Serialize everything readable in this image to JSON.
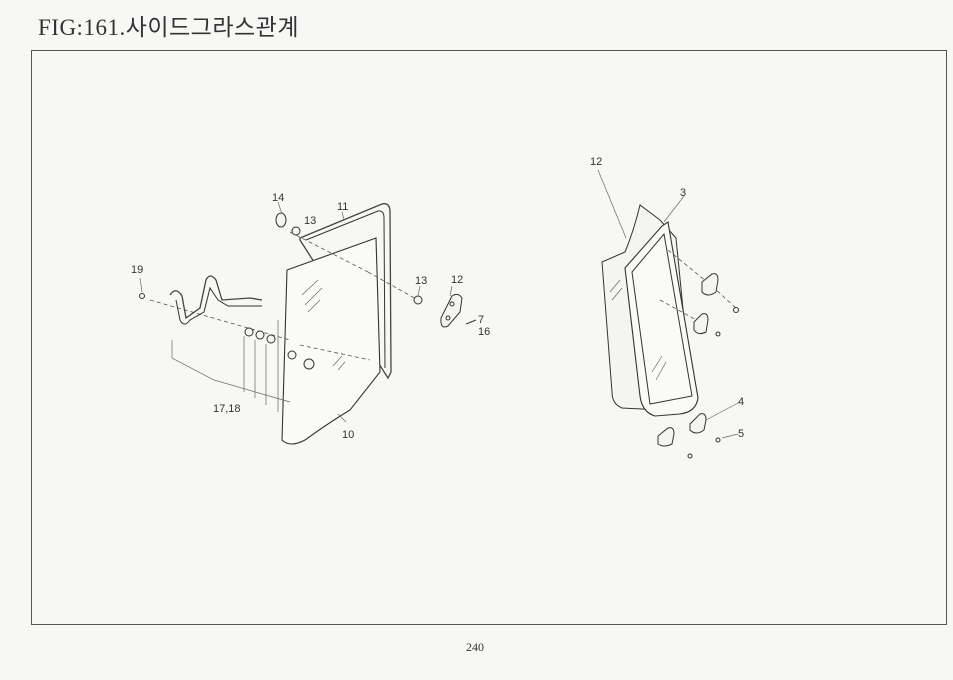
{
  "title": "FIG:161.사이드그라스관계",
  "page_number": "240",
  "callouts": {
    "c14": "14",
    "c13a": "13",
    "c11": "11",
    "c19": "19",
    "c13b": "13",
    "c12": "12",
    "c7": "7",
    "c16": "16",
    "c1718": "17,18",
    "c10": "10",
    "c12r": "12",
    "c3": "3",
    "c4": "4",
    "c5": "5"
  }
}
